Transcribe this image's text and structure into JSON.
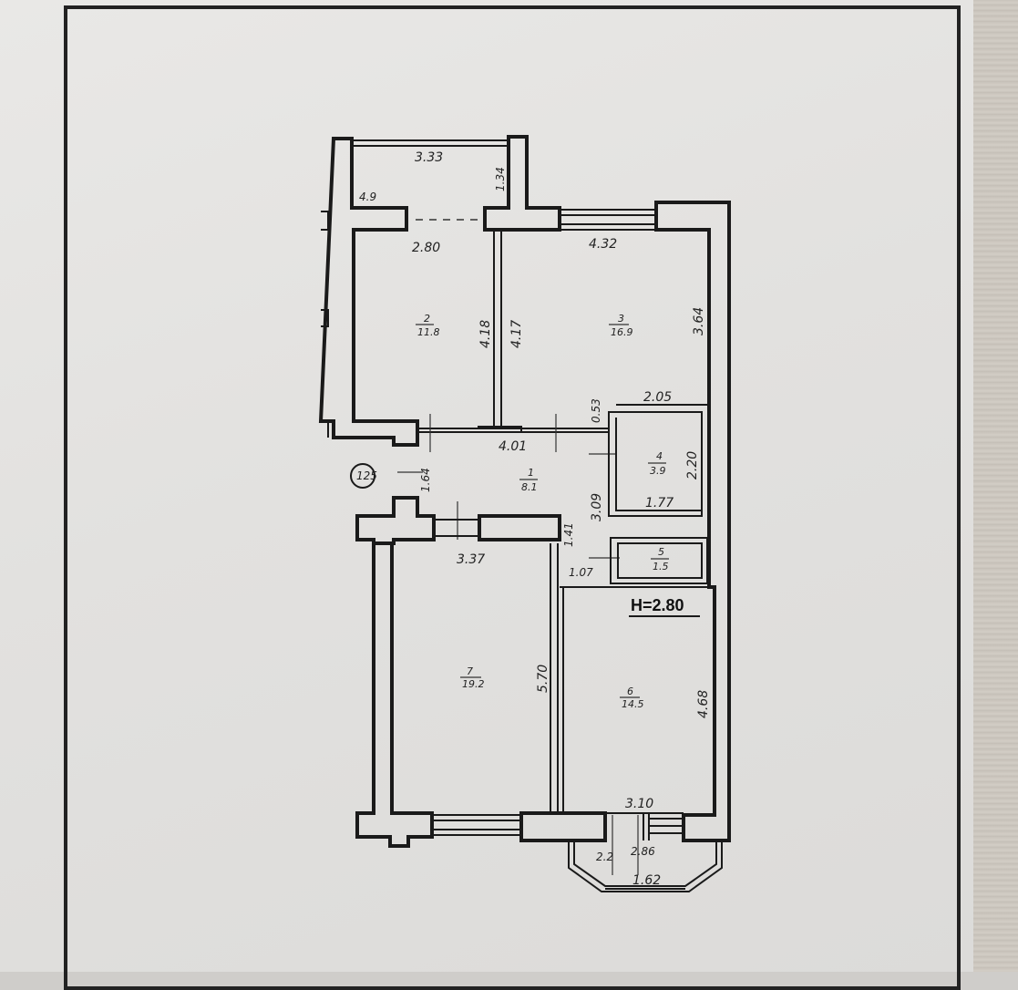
{
  "plan": {
    "ceiling_height": "H=2.80",
    "axis_marker": "125",
    "rooms": [
      {
        "number": "1",
        "area": "8.1"
      },
      {
        "number": "2",
        "area": "11.8"
      },
      {
        "number": "3",
        "area": "16.9"
      },
      {
        "number": "4",
        "area": "3.9"
      },
      {
        "number": "5",
        "area": "1.5"
      },
      {
        "number": "6",
        "area": "14.5"
      },
      {
        "number": "7",
        "area": "19.2"
      }
    ],
    "dimensions": {
      "balcony_width": "3.33",
      "balcony_depth": "1.34",
      "balcony_side": "4.9",
      "room2_width": "2.80",
      "room2_length": "4.18",
      "room3_width": "4.32",
      "room3_length_left": "4.17",
      "room3_length_right": "3.64",
      "room3_notch": "2.05",
      "notch_depth": "0.53",
      "hall_width": "4.01",
      "entrance_width": "1.64",
      "hall_length": "3.09",
      "room4_length": "2.20",
      "room4_width": "1.77",
      "hall_offset": "1.41",
      "room5_width": "1.07",
      "room7_width": "3.37",
      "room7_length": "5.70",
      "room6_length": "4.68",
      "room6_width": "3.10",
      "bay_side": "2.2",
      "bay_width": "2.86",
      "bay_front": "1.62"
    }
  }
}
